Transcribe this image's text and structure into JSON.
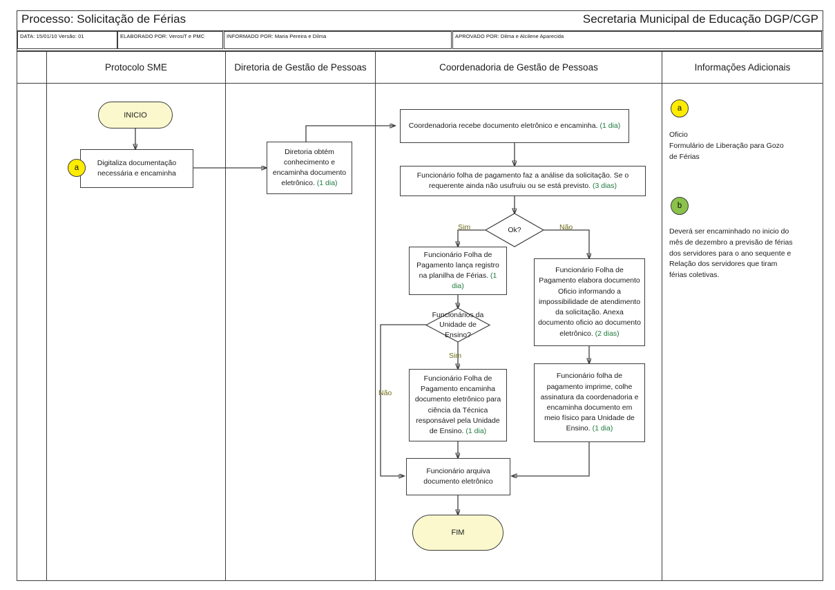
{
  "header": {
    "process_label": "Processo: Solicitação de Férias",
    "org_label": "Secretaria Municipal de Educação DGP/CGP",
    "meta": [
      {
        "name": "data-versao",
        "text": "DATA: 15/01/10\nVersão: 01"
      },
      {
        "name": "elaborado-por",
        "text": "ELABORADO POR: VerosiT e PMC"
      },
      {
        "name": "informado-por",
        "text": "INFORMADO POR: Maria Pereira e Dilma"
      },
      {
        "name": "aprovado-por",
        "text": "APROVADO POR:  Dilma e Alcilene Aparecida"
      }
    ]
  },
  "lanes": [
    {
      "name": "lane-blank",
      "label": ""
    },
    {
      "name": "lane-protocolo-sme",
      "label": "Protocolo SME"
    },
    {
      "name": "lane-diretoria-gestao-pessoas",
      "label": "Diretoria de Gestão de Pessoas"
    },
    {
      "name": "lane-coordenadoria-gestao-pessoas",
      "label": "Coordenadoria de Gestão de Pessoas"
    },
    {
      "name": "lane-informacoes-adicionais",
      "label": "Informações Adicionais"
    }
  ],
  "flow": {
    "start": "INICIO",
    "end": "FIM",
    "n_digitaliza": "Digitaliza documentação necessária e encaminha",
    "n_diretoria": "Diretoria obtém conhecimento e encaminha documento eletrônico.",
    "n_diretoria_dur": "(1 dia)",
    "n_coordenadoria": "Coordenadoria recebe documento eletrônico e encaminha.",
    "n_coordenadoria_dur": "(1 dia)",
    "n_analise": "Funcionário folha de pagamento faz a análise da solicitação. Se o requerente ainda não usufruiu ou se está previsto.",
    "n_analise_dur": "(3 dias)",
    "d_ok": "Ok?",
    "n_planilha": "Funcionário Folha de Pagamento lança registro na planilha de Férias.",
    "n_planilha_dur": "(1 dia)",
    "n_oficio": "Funcionário Folha de Pagamento elabora documento Oficio informando a impossibilidade de atendimento da solicitação. Anexa documento oficio ao documento eletrônico.",
    "n_oficio_dur": "(2 dias)",
    "d_unidade": "Funcionários da Unidade de Ensino?",
    "n_tecnica": "Funcionário Folha de Pagamento encaminha documento eletrônico para ciência da Técnica responsável pela Unidade de Ensino.",
    "n_tecnica_dur": "(1 dia)",
    "n_imprime": "Funcionário folha de pagamento imprime, colhe assinatura da coordenadoria e encaminha documento em meio físico para Unidade de Ensino.",
    "n_imprime_dur": "(1 dia)",
    "n_arquiva": "Funcionário  arquiva documento eletrônico",
    "lbl_sim_ok": "Sim",
    "lbl_nao_ok": "Não",
    "lbl_sim_unidade": "Sim",
    "lbl_nao_unidade": "Não"
  },
  "notes": [
    {
      "badge": "a",
      "badge_color": "#ffec00",
      "text": "Oficio\nFormulário de Liberação para Gozo\nde Férias"
    },
    {
      "badge": "b",
      "badge_color": "#8ac24a",
      "text": "Deverá ser encaminhado no inicio do\nmês de dezembro a previsão de férias\ndos servidores para o ano sequente e\nRelação dos servidores que tiram\nférias coletivas."
    }
  ],
  "colors": {
    "terminator_fill": "#fbf8cd",
    "badge_a": "#ffec00",
    "badge_b": "#8ac24a",
    "duration_text": "#1f7a3d",
    "edge_label": "#6b6b16",
    "line": "#3c3c3c"
  }
}
